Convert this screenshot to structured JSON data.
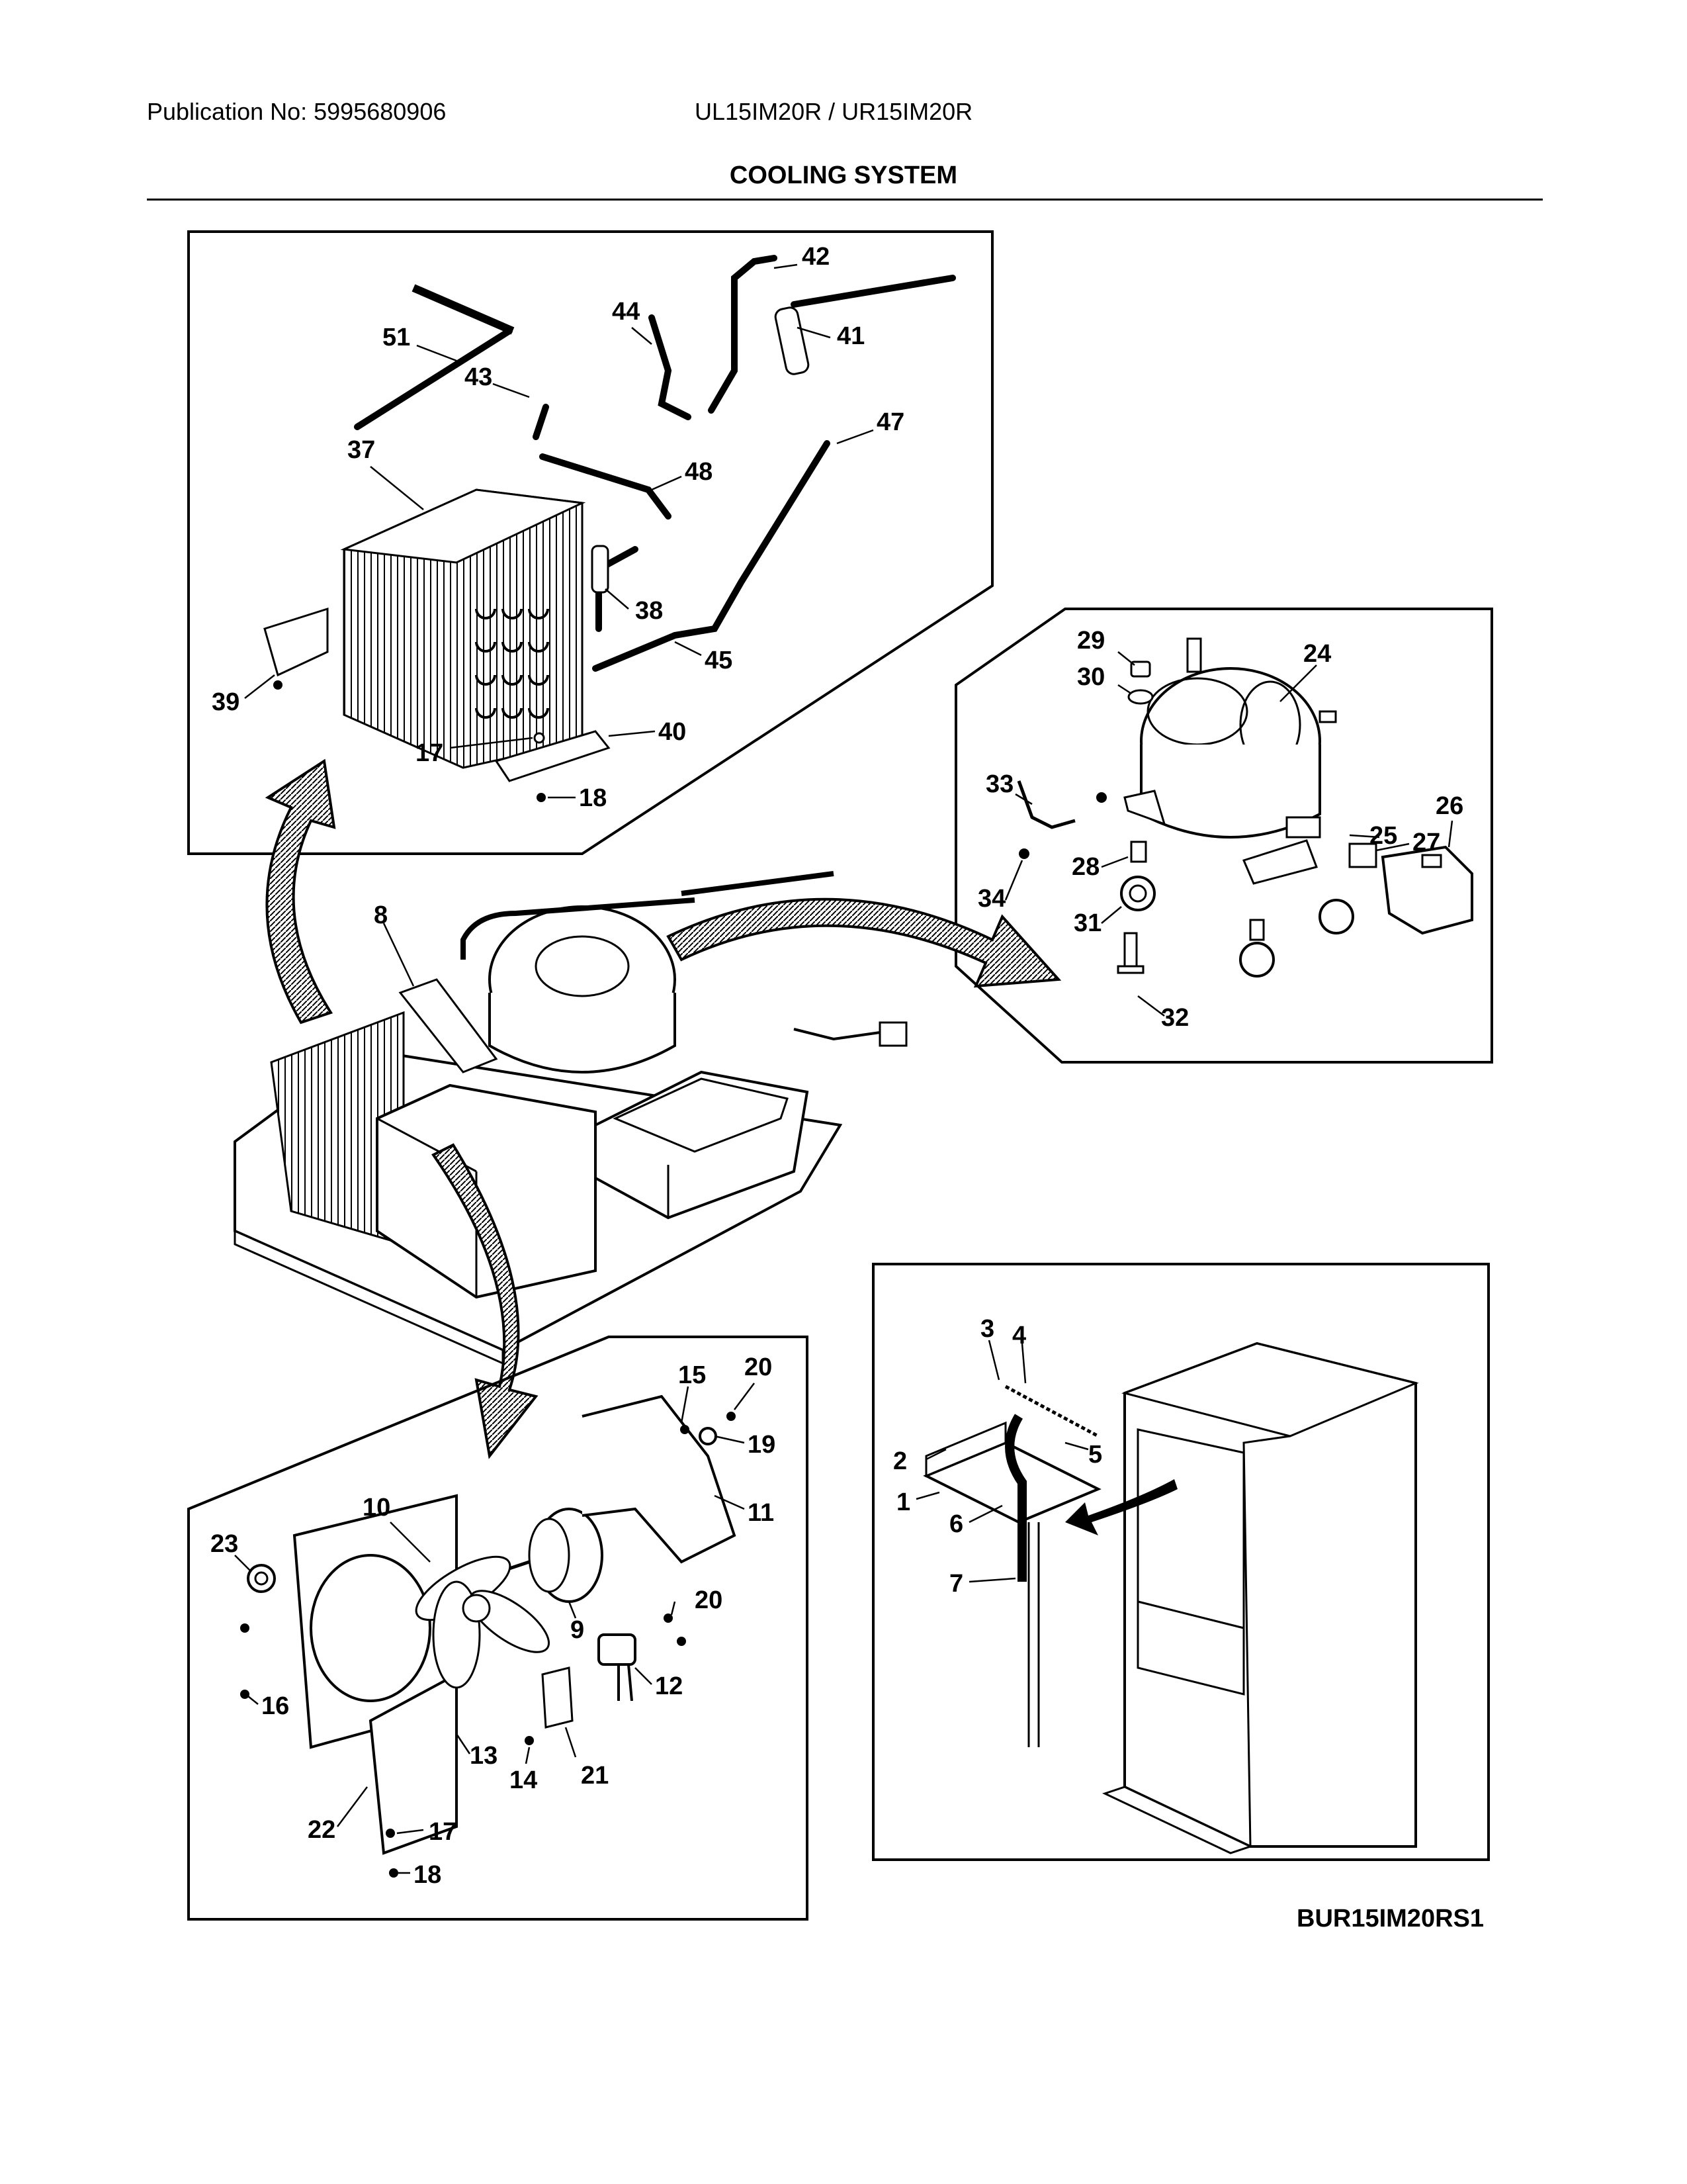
{
  "header": {
    "publication": "Publication No: 5995680906",
    "models": "UL15IM20R / UR15IM20R",
    "title": "COOLING SYSTEM"
  },
  "diagram_code": "BUR15IM20RS1",
  "panels": {
    "condenser": {
      "callouts": [
        {
          "id": "51",
          "label": "51"
        },
        {
          "id": "43",
          "label": "43"
        },
        {
          "id": "44",
          "label": "44"
        },
        {
          "id": "42",
          "label": "42"
        },
        {
          "id": "41",
          "label": "41"
        },
        {
          "id": "47",
          "label": "47"
        },
        {
          "id": "37",
          "label": "37"
        },
        {
          "id": "48",
          "label": "48"
        },
        {
          "id": "38",
          "label": "38"
        },
        {
          "id": "45",
          "label": "45"
        },
        {
          "id": "39",
          "label": "39"
        },
        {
          "id": "17",
          "label": "17"
        },
        {
          "id": "40",
          "label": "40"
        },
        {
          "id": "18",
          "label": "18"
        }
      ]
    },
    "compressor": {
      "callouts": [
        {
          "id": "29",
          "label": "29"
        },
        {
          "id": "24",
          "label": "24"
        },
        {
          "id": "30",
          "label": "30"
        },
        {
          "id": "33",
          "label": "33"
        },
        {
          "id": "26",
          "label": "26"
        },
        {
          "id": "25",
          "label": "25"
        },
        {
          "id": "27",
          "label": "27"
        },
        {
          "id": "28",
          "label": "28"
        },
        {
          "id": "34",
          "label": "34"
        },
        {
          "id": "31",
          "label": "31"
        },
        {
          "id": "32",
          "label": "32"
        }
      ]
    },
    "assembly": {
      "callouts": [
        {
          "id": "8",
          "label": "8"
        }
      ]
    },
    "drain": {
      "callouts": [
        {
          "id": "3",
          "label": "3"
        },
        {
          "id": "4",
          "label": "4"
        },
        {
          "id": "2",
          "label": "2"
        },
        {
          "id": "5",
          "label": "5"
        },
        {
          "id": "1",
          "label": "1"
        },
        {
          "id": "6",
          "label": "6"
        },
        {
          "id": "7",
          "label": "7"
        }
      ]
    },
    "fan": {
      "callouts": [
        {
          "id": "15",
          "label": "15"
        },
        {
          "id": "20a",
          "label": "20"
        },
        {
          "id": "19",
          "label": "19"
        },
        {
          "id": "10",
          "label": "10"
        },
        {
          "id": "11",
          "label": "11"
        },
        {
          "id": "23",
          "label": "23"
        },
        {
          "id": "20b",
          "label": "20"
        },
        {
          "id": "9",
          "label": "9"
        },
        {
          "id": "12",
          "label": "12"
        },
        {
          "id": "16",
          "label": "16"
        },
        {
          "id": "13",
          "label": "13"
        },
        {
          "id": "14",
          "label": "14"
        },
        {
          "id": "21",
          "label": "21"
        },
        {
          "id": "22",
          "label": "22"
        },
        {
          "id": "17b",
          "label": "17"
        },
        {
          "id": "18b",
          "label": "18"
        }
      ]
    }
  }
}
